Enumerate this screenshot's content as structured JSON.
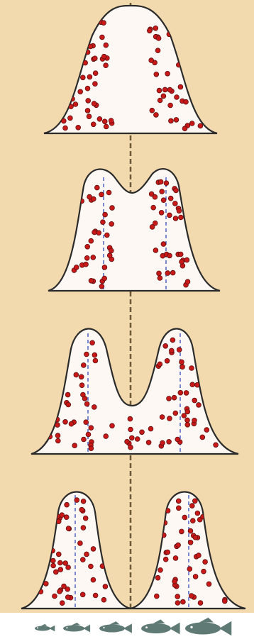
{
  "diagram": {
    "background_color": "#f2d9ae",
    "curve_fill": "#fdf8f3",
    "curve_stroke": "#2b2b2b",
    "dot_color": "#c81818",
    "dot_outline": "#5a1010",
    "axis_color": "#6b5a3a",
    "mode_line_color": "#5a6cc8",
    "stages": [
      {
        "modes": 1,
        "shape": "single-peak"
      },
      {
        "modes": 2,
        "shape": "slight-split"
      },
      {
        "modes": 2,
        "shape": "deep-split"
      },
      {
        "modes": 2,
        "shape": "fully-separated"
      }
    ]
  },
  "fish_scale": {
    "color": "#5f7a74",
    "icons": [
      "fish-icon",
      "fish-icon",
      "fish-icon",
      "fish-icon",
      "fish-icon"
    ]
  }
}
